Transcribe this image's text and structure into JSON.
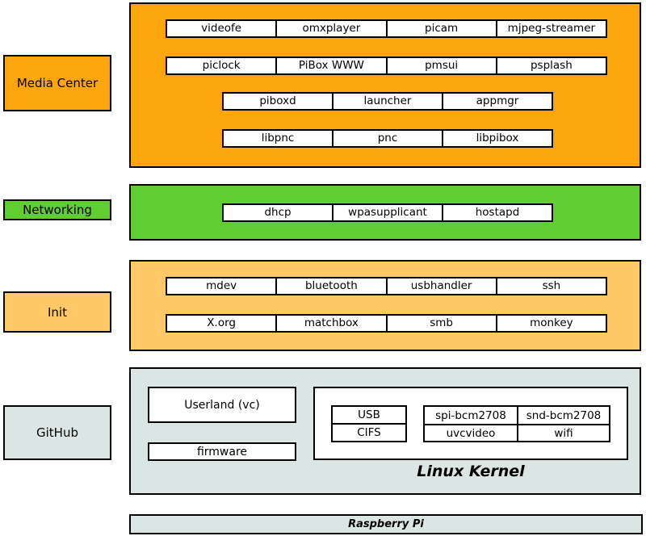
{
  "colors": {
    "media_center_orange": "#FCA50D",
    "networking_green": "#5FCE30",
    "init_light_orange": "#FEC966",
    "github_gray": "#DBE5E3",
    "box_fill": "#FFFFFF",
    "border": "#000000"
  },
  "left_labels": {
    "media_center": "Media Center",
    "networking": "Networking",
    "init": "Init",
    "github": "GitHub"
  },
  "blocks": {
    "media_center": {
      "rows": [
        [
          "videofe",
          "omxplayer",
          "picam",
          "mjpeg-streamer"
        ],
        [
          "piclock",
          "PiBox WWW",
          "pmsui",
          "psplash"
        ],
        [
          "piboxd",
          "launcher",
          "appmgr"
        ],
        [
          "libpnc",
          "pnc",
          "libpibox"
        ]
      ]
    },
    "networking": {
      "rows": [
        [
          "dhcp",
          "wpasupplicant",
          "hostapd"
        ]
      ]
    },
    "init": {
      "rows": [
        [
          "mdev",
          "bluetooth",
          "usbhandler",
          "ssh"
        ],
        [
          "X.org",
          "matchbox",
          "smb",
          "monkey"
        ]
      ]
    },
    "github": {
      "userland": "Userland (vc)",
      "firmware": "firmware",
      "kernel": {
        "stack": [
          "USB",
          "CIFS"
        ],
        "grid": [
          [
            "spi-bcm2708",
            "snd-bcm2708"
          ],
          [
            "uvcvideo",
            "wifi"
          ]
        ],
        "label": "Linux Kernel"
      }
    }
  },
  "footer": "Raspberry Pi"
}
